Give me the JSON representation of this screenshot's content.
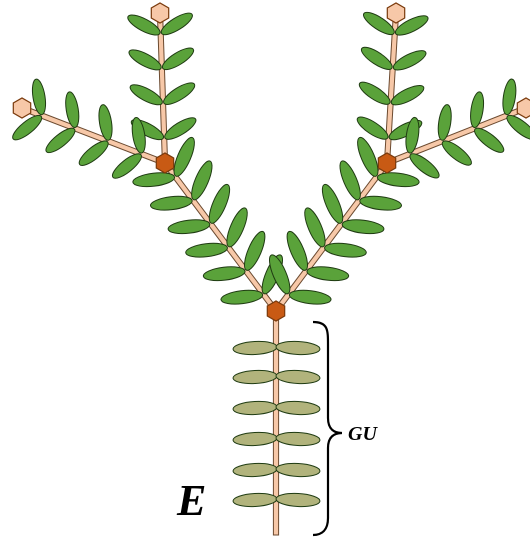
{
  "labels": {
    "trunk": "E",
    "growth_unit": "GU"
  },
  "colors": {
    "stem_fill": "#f7c8a8",
    "stem_stroke": "#6b4a30",
    "leaf_new": "#5aa23a",
    "leaf_old": "#b1b37c",
    "leaf_stroke": "#1f3b12",
    "node_fill": "#c85a14",
    "apex_fill": "#f7c8a8",
    "node_stroke": "#7a3a0c"
  },
  "icons": {
    "branch_node": "hexagon",
    "branch_apex": "hexagon",
    "growth_unit_bracket": "curly-brace"
  }
}
